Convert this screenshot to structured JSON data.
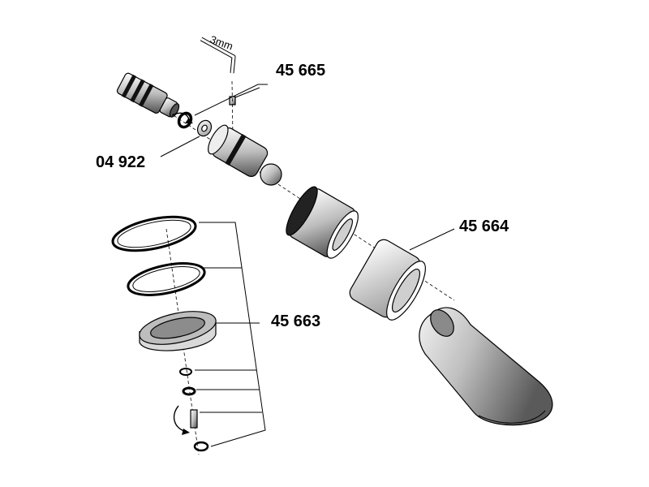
{
  "diagram": {
    "callouts": [
      {
        "id": "cartridge",
        "label": "45 665"
      },
      {
        "id": "washer",
        "label": "04 922"
      },
      {
        "id": "showerhead-shell",
        "label": "45 664"
      },
      {
        "id": "spray-face-kit",
        "label": "45 663"
      }
    ],
    "tool": {
      "label": "3mm",
      "icon": "allen-key-icon"
    }
  },
  "colors": {
    "ink": "#000000",
    "paper": "#ffffff",
    "shade": "#6e6e6e",
    "light": "#e6e6e6"
  }
}
